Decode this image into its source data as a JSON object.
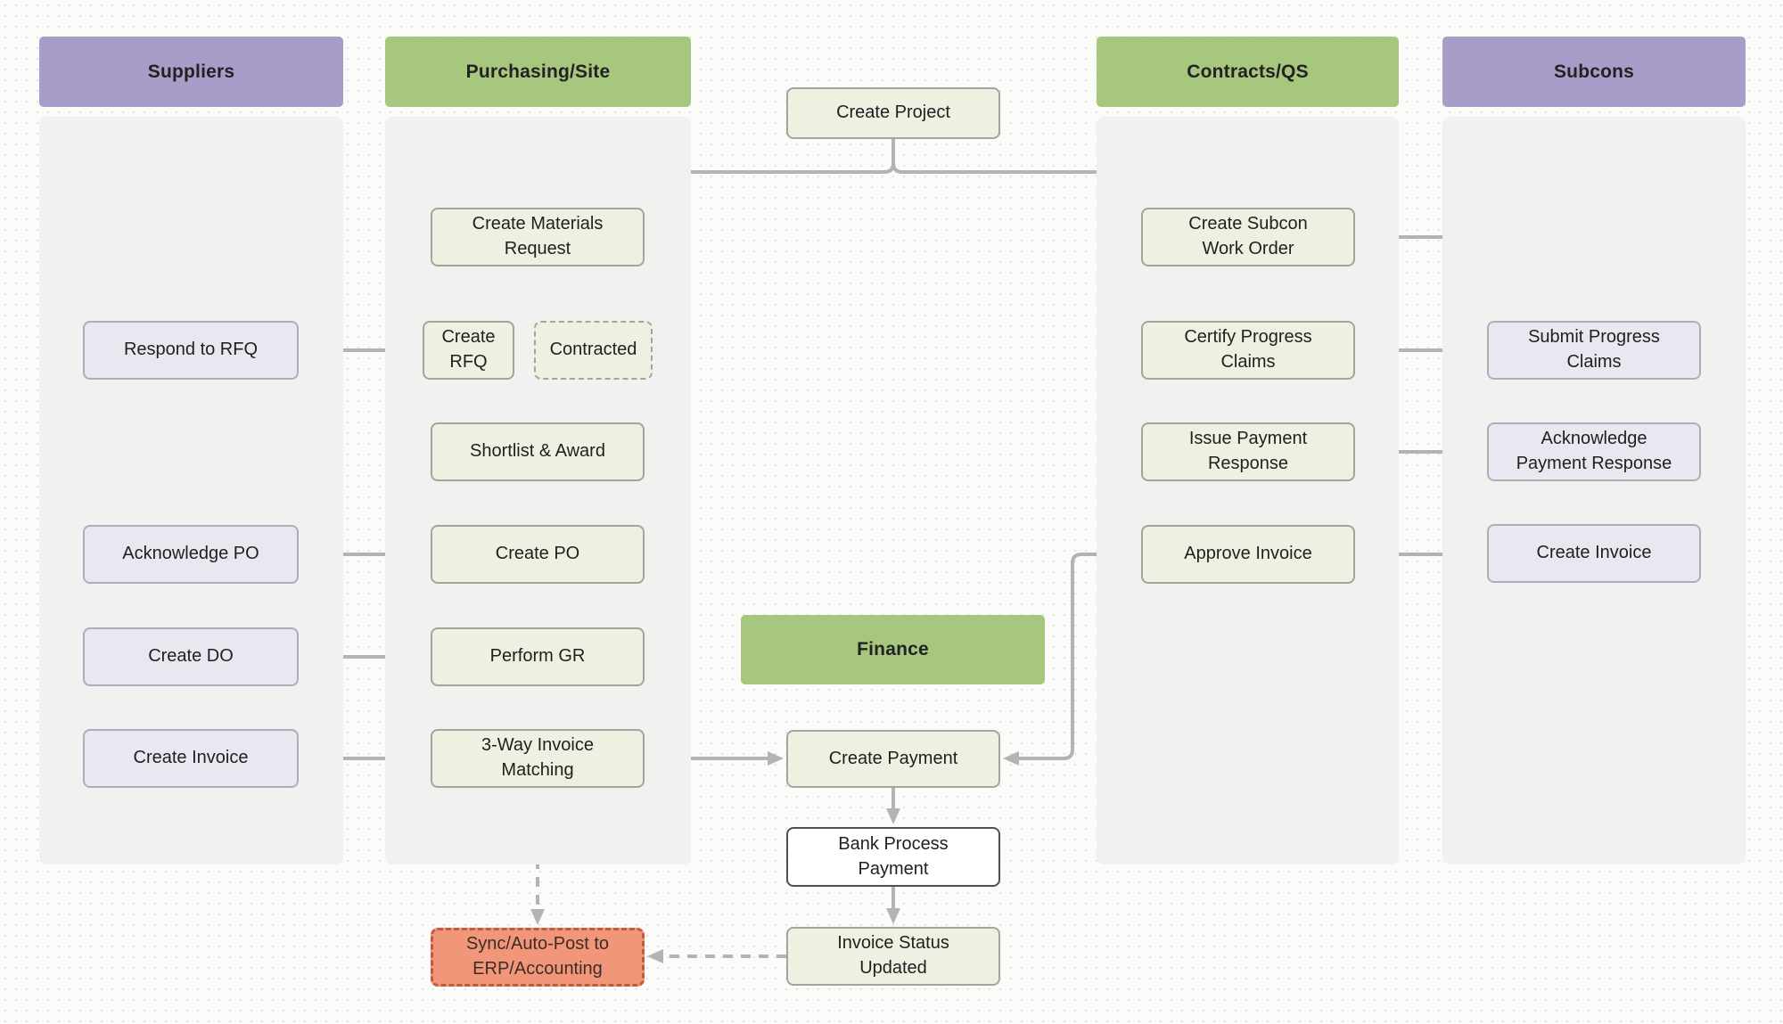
{
  "lanes": [
    {
      "id": "suppliers",
      "label": "Suppliers",
      "color_class": "purple"
    },
    {
      "id": "purchasing",
      "label": "Purchasing/Site",
      "color_class": "green"
    },
    {
      "id": "contracts",
      "label": "Contracts/QS",
      "color_class": "green"
    },
    {
      "id": "subcons",
      "label": "Subcons",
      "color_class": "purple"
    }
  ],
  "finance_header": {
    "label": "Finance",
    "color_class": "green"
  },
  "nodes": [
    {
      "id": "create-project",
      "label": "Create Project",
      "variant": "green"
    },
    {
      "id": "create-materials-request",
      "label": "Create Materials\nRequest",
      "variant": "green"
    },
    {
      "id": "create-rfq",
      "label": "Create\nRFQ",
      "variant": "green"
    },
    {
      "id": "contracted",
      "label": "Contracted",
      "variant": "green-dashed"
    },
    {
      "id": "shortlist-award",
      "label": "Shortlist & Award",
      "variant": "green"
    },
    {
      "id": "create-po",
      "label": "Create PO",
      "variant": "green"
    },
    {
      "id": "perform-gr",
      "label": "Perform GR",
      "variant": "green"
    },
    {
      "id": "three-way-matching",
      "label": "3-Way Invoice\nMatching",
      "variant": "green"
    },
    {
      "id": "sync-erp",
      "label": "Sync/Auto-Post to\nERP/Accounting",
      "variant": "alert"
    },
    {
      "id": "respond-rfq",
      "label": "Respond to RFQ",
      "variant": "lavender"
    },
    {
      "id": "acknowledge-po",
      "label": "Acknowledge PO",
      "variant": "lavender"
    },
    {
      "id": "create-do",
      "label": "Create DO",
      "variant": "lavender"
    },
    {
      "id": "supplier-create-invoice",
      "label": "Create Invoice",
      "variant": "lavender"
    },
    {
      "id": "create-payment",
      "label": "Create Payment",
      "variant": "green"
    },
    {
      "id": "bank-process-payment",
      "label": "Bank Process\nPayment",
      "variant": "bank"
    },
    {
      "id": "invoice-status-updated",
      "label": "Invoice Status\nUpdated",
      "variant": "green"
    },
    {
      "id": "create-subcon-wo",
      "label": "Create Subcon\nWork Order",
      "variant": "green"
    },
    {
      "id": "certify-claims",
      "label": "Certify Progress\nClaims",
      "variant": "green"
    },
    {
      "id": "issue-payment-response",
      "label": "Issue Payment\nResponse",
      "variant": "green"
    },
    {
      "id": "approve-invoice",
      "label": "Approve Invoice",
      "variant": "green"
    },
    {
      "id": "submit-claims",
      "label": "Submit Progress\nClaims",
      "variant": "lavender"
    },
    {
      "id": "ack-payment-response",
      "label": "Acknowledge\nPayment Response",
      "variant": "lavender"
    },
    {
      "id": "subcon-create-invoice",
      "label": "Create Invoice",
      "variant": "lavender"
    }
  ],
  "edges": [
    {
      "from": "create-project",
      "to": "create-materials-request"
    },
    {
      "from": "create-project",
      "to": "create-subcon-wo"
    },
    {
      "from": "create-materials-request",
      "to": "create-rfq"
    },
    {
      "from": "create-materials-request",
      "to": "contracted"
    },
    {
      "from": "respond-rfq",
      "to": "create-rfq",
      "bidirectional": true
    },
    {
      "from": "create-rfq",
      "to": "shortlist-award"
    },
    {
      "from": "contracted",
      "to": "create-po"
    },
    {
      "from": "shortlist-award",
      "to": "create-po"
    },
    {
      "from": "create-po",
      "to": "acknowledge-po"
    },
    {
      "from": "acknowledge-po",
      "to": "create-do"
    },
    {
      "from": "create-do",
      "to": "perform-gr"
    },
    {
      "from": "create-do",
      "to": "supplier-create-invoice"
    },
    {
      "from": "supplier-create-invoice",
      "to": "three-way-matching"
    },
    {
      "from": "perform-gr",
      "to": "three-way-matching"
    },
    {
      "from": "three-way-matching",
      "to": "create-payment"
    },
    {
      "from": "three-way-matching",
      "to": "sync-erp",
      "dashed": true
    },
    {
      "from": "create-payment",
      "to": "bank-process-payment"
    },
    {
      "from": "bank-process-payment",
      "to": "invoice-status-updated"
    },
    {
      "from": "invoice-status-updated",
      "to": "sync-erp",
      "dashed": true
    },
    {
      "from": "create-subcon-wo",
      "to": "submit-claims"
    },
    {
      "from": "submit-claims",
      "to": "certify-claims"
    },
    {
      "from": "certify-claims",
      "to": "issue-payment-response"
    },
    {
      "from": "issue-payment-response",
      "to": "ack-payment-response"
    },
    {
      "from": "ack-payment-response",
      "to": "subcon-create-invoice"
    },
    {
      "from": "subcon-create-invoice",
      "to": "approve-invoice"
    },
    {
      "from": "approve-invoice",
      "to": "create-payment"
    }
  ],
  "colors": {
    "purple": "#a79dc8",
    "green": "#a7c77e",
    "lane_bg": "#f1f1ef",
    "process_fill": "#eef1e2",
    "process_border": "#a2a69a",
    "external_fill": "#e9e8f1",
    "external_border": "#aeadbb",
    "bank_border": "#4f4f4f",
    "alert_fill": "#f29679",
    "alert_border": "#c25a40",
    "arrow": "#b3b3b3",
    "text": "#1f1f1f",
    "dot": "#e4e2de"
  }
}
